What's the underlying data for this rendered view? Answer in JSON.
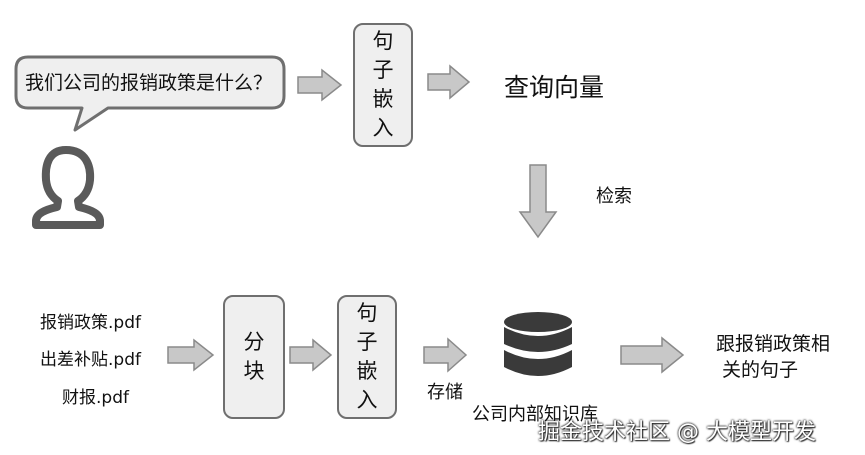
{
  "question": "我们公司的报销政策是什么？",
  "embed_top": [
    "句",
    "子",
    "嵌",
    "入"
  ],
  "query_vector": "查询向量",
  "search": "检索",
  "files": [
    "报销政策.pdf",
    "出差补贴.pdf",
    "财报.pdf"
  ],
  "chunk": [
    "分",
    "块"
  ],
  "embed_bottom": [
    "句",
    "子",
    "嵌",
    "入"
  ],
  "store": "存储",
  "knowledge_base": "公司内部知识库",
  "result": [
    "跟报销政策相",
    "关的句子"
  ],
  "watermark": "掘金技术社区 @ 大模型开发",
  "colors": {
    "arrow_fill": "#c8c8c8",
    "arrow_stroke": "#8a8a8a",
    "box_fill": "#efefef",
    "box_border": "#6f6f6f",
    "db_fill": "#3a3a3a"
  }
}
